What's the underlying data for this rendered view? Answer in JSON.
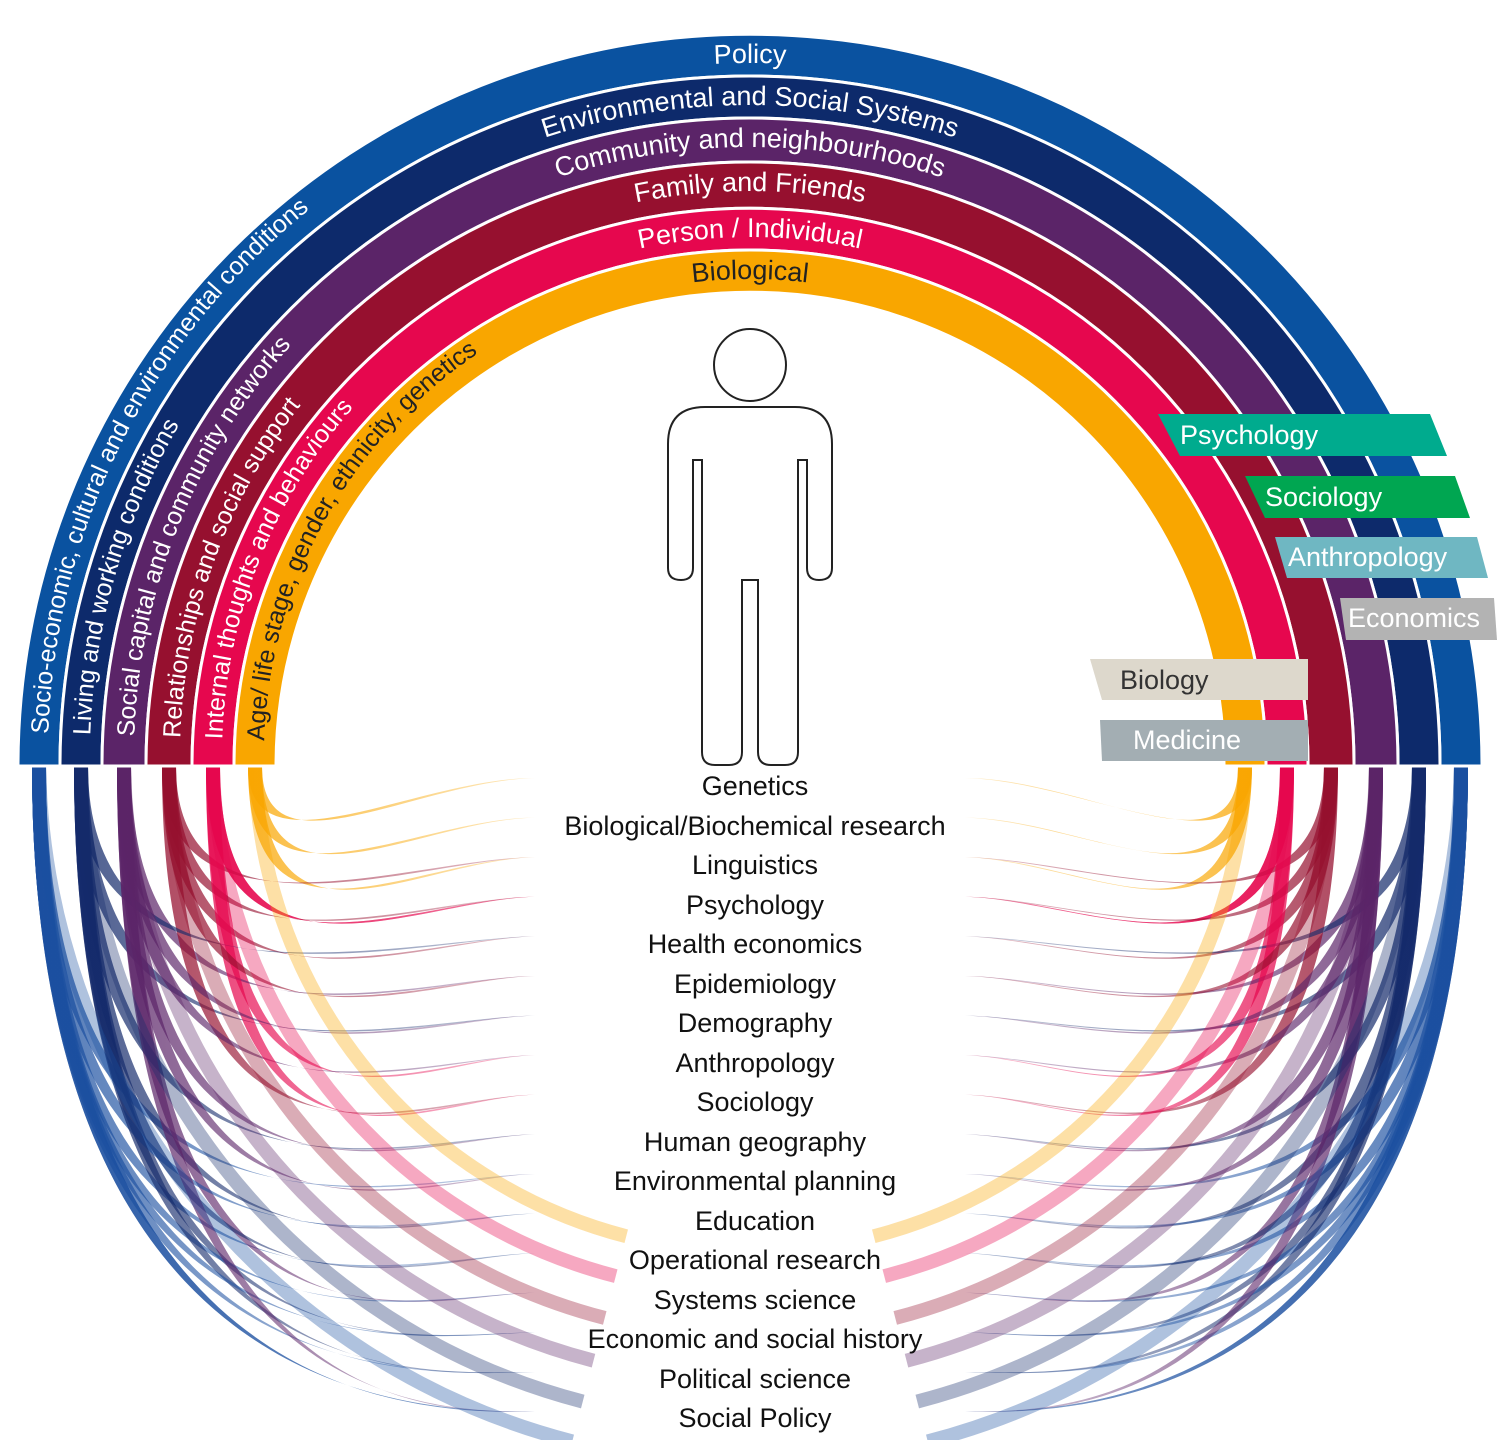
{
  "layers": [
    {
      "key": "policy",
      "outer_label": "Policy",
      "inner_label": "",
      "color": "#0a52a0"
    },
    {
      "key": "env",
      "outer_label": "Environmental and Social Systems",
      "inner_label": "Socio-economic, cultural and environmental conditions",
      "color": "#0d2a6b"
    },
    {
      "key": "community",
      "outer_label": "Community and neighbourhoods",
      "inner_label": "Living and working conditions",
      "color": "#5b2468"
    },
    {
      "key": "family",
      "outer_label": "Family and Friends",
      "inner_label": "Social capital and community networks",
      "color": "#96102f"
    },
    {
      "key": "person",
      "outer_label": "Person / Individual",
      "inner_label": "Relationships and social support",
      "color": "#e6074e"
    },
    {
      "key": "bio",
      "outer_label": "Biological",
      "inner_label": "Internal thoughts and behaviours",
      "color": "#f9a600"
    },
    {
      "key": "bio_inner",
      "outer_label": "",
      "inner_label": "Age/ life stage, gender, ethnicity, genetics",
      "color": "#f9a600"
    }
  ],
  "disciplines": [
    "Genetics",
    "Biological/Biochemical research",
    "Linguistics",
    "Psychology",
    "Health economics",
    "Epidemiology",
    "Demography",
    "Anthropology",
    "Sociology",
    "Human geography",
    "Environmental planning",
    "Education",
    "Operational research",
    "Systems science",
    "Economic and social history",
    "Political science",
    "Social Policy"
  ],
  "tags": [
    {
      "label": "Psychology",
      "color": "#00ab8e",
      "text_color": "#ffffff"
    },
    {
      "label": "Sociology",
      "color": "#00a651",
      "text_color": "#ffffff"
    },
    {
      "label": "Anthropology",
      "color": "#6fb7c2",
      "text_color": "#ffffff"
    },
    {
      "label": "Economics",
      "color": "#b3b3b3",
      "text_color": "#ffffff"
    },
    {
      "label": "Biology",
      "color": "#ddd8cc",
      "text_color": "#333333"
    },
    {
      "label": "Medicine",
      "color": "#a3aeb3",
      "text_color": "#ffffff"
    }
  ],
  "person_icon": "person-outline-icon"
}
